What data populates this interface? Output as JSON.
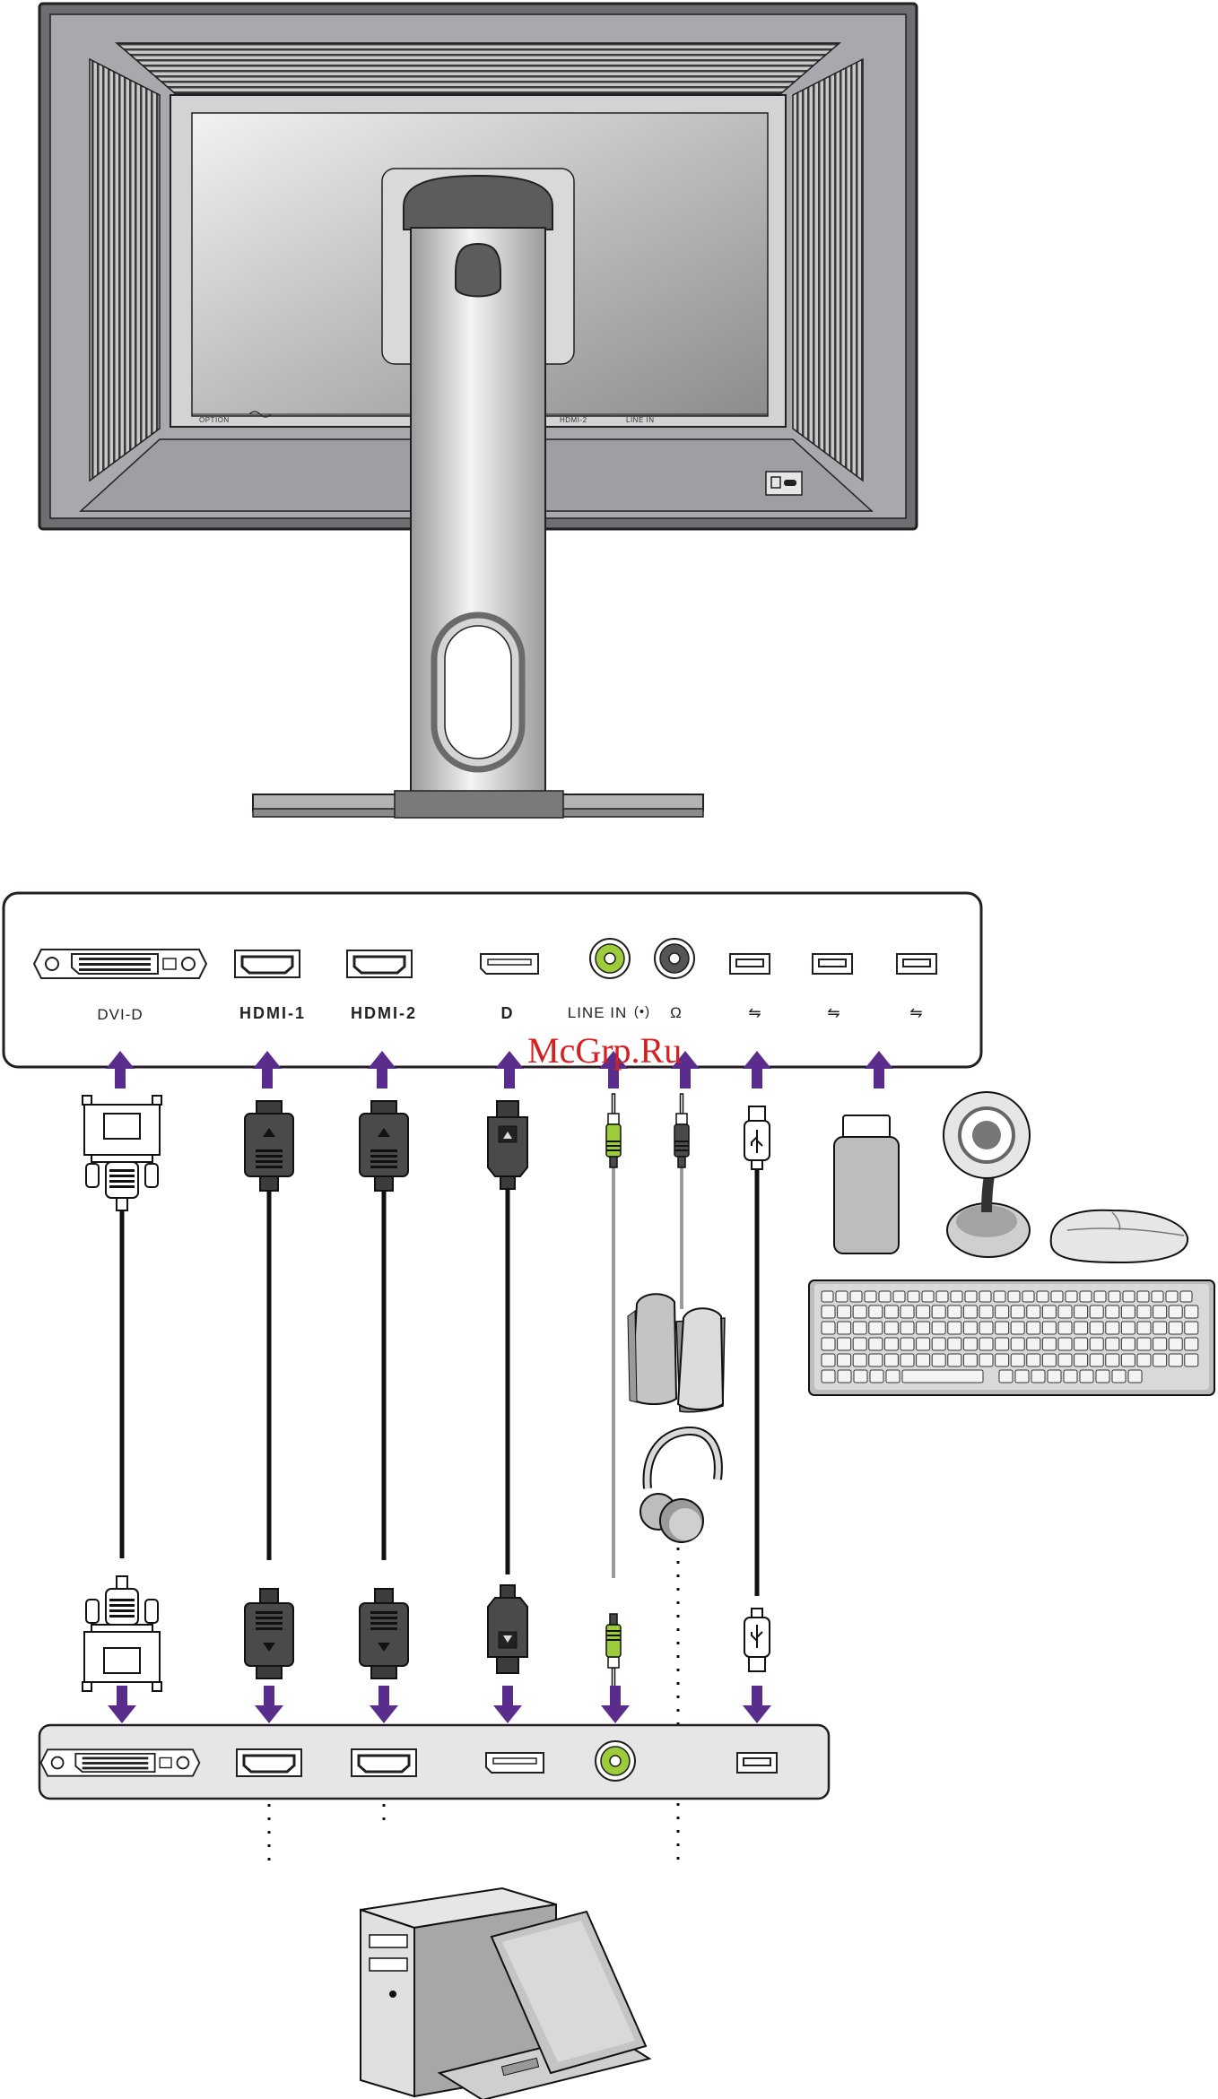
{
  "watermark": "McGrp.Ru",
  "monitor_rear_labels": {
    "option": "OPTION",
    "hdmi2": "HDMI-2",
    "line_in": "LINE IN"
  },
  "port_labels": {
    "dvi": "DVI-D",
    "hdmi1": "HDMI-1",
    "hdmi2": "HDMI-2",
    "displayport": "D",
    "line_in": "LINE IN",
    "line_in_icon": "(•)",
    "headphone_icon": "Ω",
    "usb1": "⇋",
    "usb2": "⇋",
    "usb3": "⇋"
  },
  "colors": {
    "arrow": "#5a2d8c",
    "audio_green": "#9ccc3a",
    "monitor_gray": "#a7a9ac",
    "outline": "#231f20"
  }
}
